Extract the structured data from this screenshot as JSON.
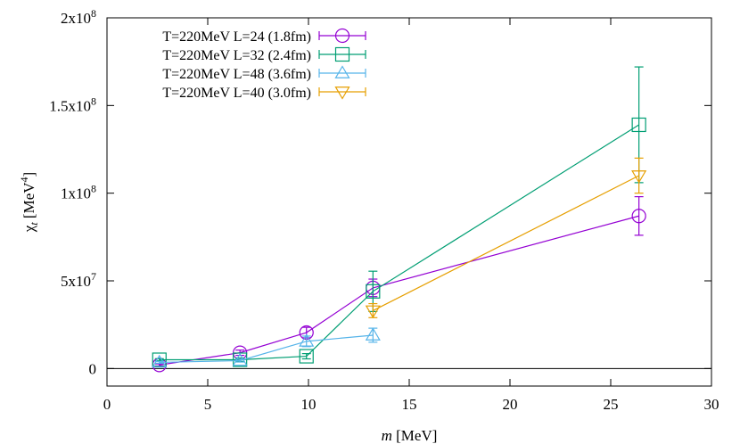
{
  "chart_data": {
    "type": "line",
    "xlabel": {
      "italic": "m",
      "rest": " [MeV]"
    },
    "ylabel": {
      "symbol": "χ",
      "subscript": "t",
      "rest": " [MeV",
      "sup": "4",
      "close": "]"
    },
    "xlim": [
      0,
      30
    ],
    "ylim": [
      -10000000,
      200000000
    ],
    "x_ticks": [
      {
        "value": 0,
        "label": "0"
      },
      {
        "value": 5,
        "label": "5"
      },
      {
        "value": 10,
        "label": "10"
      },
      {
        "value": 15,
        "label": "15"
      },
      {
        "value": 20,
        "label": "20"
      },
      {
        "value": 25,
        "label": "25"
      },
      {
        "value": 30,
        "label": "30"
      }
    ],
    "y_ticks": [
      {
        "value": 0,
        "label": "0",
        "sup": ""
      },
      {
        "value": 50000000,
        "label": "5x10",
        "sup": "7"
      },
      {
        "value": 100000000,
        "label": "1x10",
        "sup": "8"
      },
      {
        "value": 150000000,
        "label": "1.5x10",
        "sup": "8"
      },
      {
        "value": 200000000,
        "label": "2x10",
        "sup": "8"
      }
    ],
    "zero_line": true,
    "legend_position": "top-left",
    "series": [
      {
        "name": "T=220MeV L=24 (1.8fm)",
        "color": "#9400d3",
        "marker": "circle",
        "points": [
          {
            "x": 2.6,
            "y": 2000000,
            "err": 600000
          },
          {
            "x": 6.6,
            "y": 9000000,
            "err": 1500000
          },
          {
            "x": 9.9,
            "y": 20500000,
            "err": 3000000
          },
          {
            "x": 13.2,
            "y": 46000000,
            "err": 5000000
          },
          {
            "x": 26.4,
            "y": 87000000,
            "err": 11000000
          }
        ]
      },
      {
        "name": "T=220MeV L=32 (2.4fm)",
        "color": "#009e73",
        "marker": "square",
        "points": [
          {
            "x": 2.6,
            "y": 5000000,
            "err": 600000
          },
          {
            "x": 6.6,
            "y": 5000000,
            "err": 1000000
          },
          {
            "x": 9.9,
            "y": 7000000,
            "err": 1500000
          },
          {
            "x": 13.2,
            "y": 44000000,
            "err": 11500000
          },
          {
            "x": 26.4,
            "y": 139000000,
            "err": 33000000
          }
        ]
      },
      {
        "name": "T=220MeV L=48 (3.6fm)",
        "color": "#56b4e9",
        "marker": "triangle-up",
        "points": [
          {
            "x": 2.6,
            "y": 3500000,
            "err": 500000
          },
          {
            "x": 6.6,
            "y": 4500000,
            "err": 800000
          },
          {
            "x": 9.9,
            "y": 15500000,
            "err": 3000000
          },
          {
            "x": 13.2,
            "y": 19000000,
            "err": 4000000
          }
        ]
      },
      {
        "name": "T=220MeV L=40 (3.0fm)",
        "color": "#e69f00",
        "marker": "triangle-down",
        "points": [
          {
            "x": 13.2,
            "y": 33000000,
            "err": 4000000
          },
          {
            "x": 26.4,
            "y": 110000000,
            "err": 10000000
          }
        ]
      }
    ]
  }
}
